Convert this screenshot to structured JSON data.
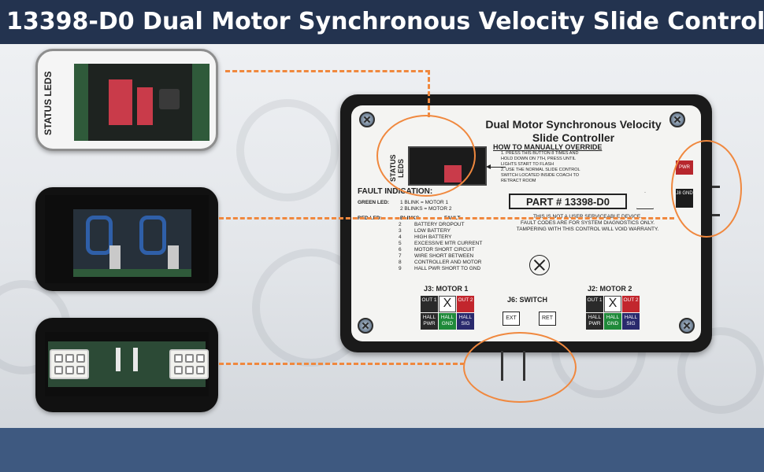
{
  "title": "13398-D0 Dual Motor Synchronous Velocity Slide Controller",
  "callout_status_leds_label": "STATUS LEDS",
  "device": {
    "title": "Dual Motor Synchronous Velocity Slide Controller",
    "status_leds_label": "STATUS LEDS",
    "override_title": "HOW TO MANUALLY OVERRIDE",
    "override_steps": [
      "1. PRESS THIS BUTTON 8 TIMES AND",
      "HOLD DOWN ON 7TH, PRESS UNTIL",
      "LIGHTS START TO FLASH",
      "2. USE THE NORMAL SLIDE CONTROL",
      "SWITCH LOCATED INSIDE COACH TO",
      "RETRACT ROOM"
    ],
    "pwr_label": "PWR",
    "gnd_label": "J8 GND",
    "fault_title": "FAULT INDICATION:",
    "green_led_label": "GREEN LED:",
    "green_led_lines": [
      "1 BLINK = MOTOR 1",
      "2 BLINKS = MOTOR 2"
    ],
    "red_led_label": "RED LED:",
    "blinks_header": "BLINKS",
    "fault_header": "FAULT",
    "part_number": "PART # 13398-D0",
    "notice_lines": [
      "THIS IS NOT A USER SERVICEABLE DEVICE.",
      "FAULT CODES ARE FOR SYSTEM DIAGNOSTICS ONLY.",
      "TAMPERING WITH THIS CONTROL WILL VOID WARRANTY."
    ],
    "fault_codes": [
      {
        "blinks": "2",
        "fault": "BATTERY DROPOUT"
      },
      {
        "blinks": "3",
        "fault": "LOW BATTERY"
      },
      {
        "blinks": "4",
        "fault": "HIGH BATTERY"
      },
      {
        "blinks": "5",
        "fault": "EXCESSIVE MTR CURRENT"
      },
      {
        "blinks": "6",
        "fault": "MOTOR SHORT CIRCUIT"
      },
      {
        "blinks": "7",
        "fault": "WIRE SHORT BETWEEN"
      },
      {
        "blinks": "8",
        "fault": "CONTROLLER AND MOTOR"
      },
      {
        "blinks": "9",
        "fault": "HALL PWR SHORT TO GND"
      }
    ],
    "motor1_label": "J3: MOTOR 1",
    "motor2_label": "J2: MOTOR 2",
    "switch_label": "J6: SWITCH",
    "switch_ext": "EXT",
    "switch_ret": "RET",
    "terminals": {
      "out1": "OUT 1",
      "x": "X",
      "out2": "OUT 2",
      "hall_pwr": "HALL PWR",
      "hall_gnd": "HALL GND",
      "hall_sig": "HALL SIG"
    }
  },
  "colors": {
    "accent_orange": "#f0883e",
    "title_bar": "#23334f",
    "footer_bar": "#3e5980"
  }
}
